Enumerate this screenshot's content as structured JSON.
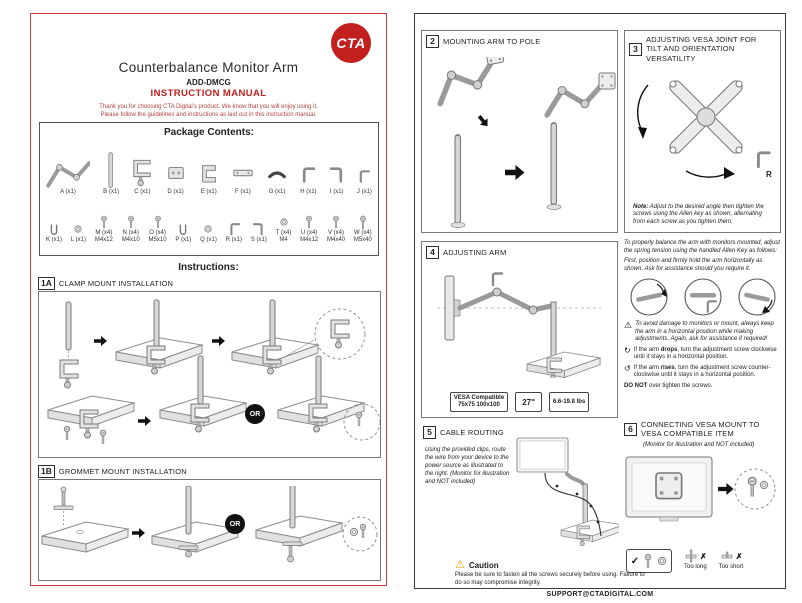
{
  "icons": {
    "check": "✓",
    "cross": "✗",
    "warning": "⚠",
    "ccw": "↺",
    "cw": "↻"
  },
  "footer": {
    "support": "SUPPORT@CTADIGITAL.COM"
  },
  "left": {
    "logo_text": "CTA",
    "title": "Counterbalance Monitor Arm",
    "model": "ADD-DMCG",
    "manual_label": "INSTRUCTION MANUAL",
    "intro": "Thank you for choosing CTA Digital's product. We know that you will enjoy using it.\nPlease follow the guidelines and instructions as laid out in this instruction manual.",
    "package_title": "Package Contents:",
    "instructions_label": "Instructions:",
    "row1": [
      {
        "label": "A (x1)"
      },
      {
        "label": "B (x1)"
      },
      {
        "label": "C (x1)"
      },
      {
        "label": "D (x1)"
      },
      {
        "label": "E (x1)"
      },
      {
        "label": "F (x1)"
      },
      {
        "label": "G (x1)"
      },
      {
        "label": "H (x1)"
      },
      {
        "label": "I (x1)"
      },
      {
        "label": "J (x1)"
      }
    ],
    "row2": [
      {
        "label": "K (x1)"
      },
      {
        "label": "L (x1)"
      },
      {
        "label": "M (x4)\nM4x12"
      },
      {
        "label": "N (x4)\nM4x10"
      },
      {
        "label": "O (x4)\nM5x10"
      },
      {
        "label": "P (x1)"
      },
      {
        "label": "Q (x1)"
      },
      {
        "label": "R (x1)"
      },
      {
        "label": "S (x1)"
      },
      {
        "label": "T (x4)\nM4"
      },
      {
        "label": "U (x4)\nM4x12"
      },
      {
        "label": "V (x4)\nM4x40"
      },
      {
        "label": "W (x4)\nM5x40"
      }
    ],
    "s1a": {
      "num": "1A",
      "title": "CLAMP MOUNT INSTALLATION",
      "or": "OR"
    },
    "s1b": {
      "num": "1B",
      "title": "GROMMET MOUNT INSTALLATION",
      "or": "OR"
    }
  },
  "right": {
    "s2": {
      "num": "2",
      "title": "MOUNTING ARM TO POLE"
    },
    "s3": {
      "num": "3",
      "title": "ADJUSTING VESA JOINT FOR\nTILT AND ORIENTATION VERSATILITY",
      "key_label": "R",
      "note_bold": "Note:",
      "note": "Adjust to the desired angle then tighten the screws using the Allen key as shown, alternating from each screw as you tighten them."
    },
    "s4": {
      "num": "4",
      "title": "ADJUSTING ARM",
      "badge_vesa": "VESA Compatible\n75x75 100x100",
      "badge_size": "27\"",
      "badge_weight": "6.6-19.8 lbs",
      "p1": "To properly balance the arm with monitors mounted, adjust the spring tension using the handled Allen Key as follows:",
      "p2": "First, position and firmly hold the arm horizontally as shown. Ask for assistance should you require it.",
      "warn": "To avoid damage to monitors or mount, always keep the arm in a horizontal position while making adjustments. Again, ask for assistance if required!",
      "c1_pre": "If the arm ",
      "c1_bold": "drops",
      "c1_post": ", turn the adjustment screw clockwise until it stays in a horizontal position.",
      "c2_pre": "If the arm ",
      "c2_bold": "rises",
      "c2_post": ", turn the adjustment screw counter-clockwise until it stays in a horizontal position.",
      "donot_bold": "DO NOT",
      "donot_rest": " over tighten the screws."
    },
    "s5": {
      "num": "5",
      "title": "CABLE ROUTING",
      "text": "Using the provided clips, route the wire from your device to the power source as illustrated to the right. (Monitor for illustration and NOT included)"
    },
    "s6": {
      "num": "6",
      "title": "CONNECTING VESA MOUNT TO\nVESA COMPATIBLE ITEM",
      "subtitle": "(Monitor for illustration and NOT included)",
      "too_long": "Too long",
      "too_short": "Too short"
    },
    "caution": {
      "label": "Caution",
      "text": "Please be sure to fasten all the screws securely before using. Failure to do so may compromise integrity."
    }
  }
}
